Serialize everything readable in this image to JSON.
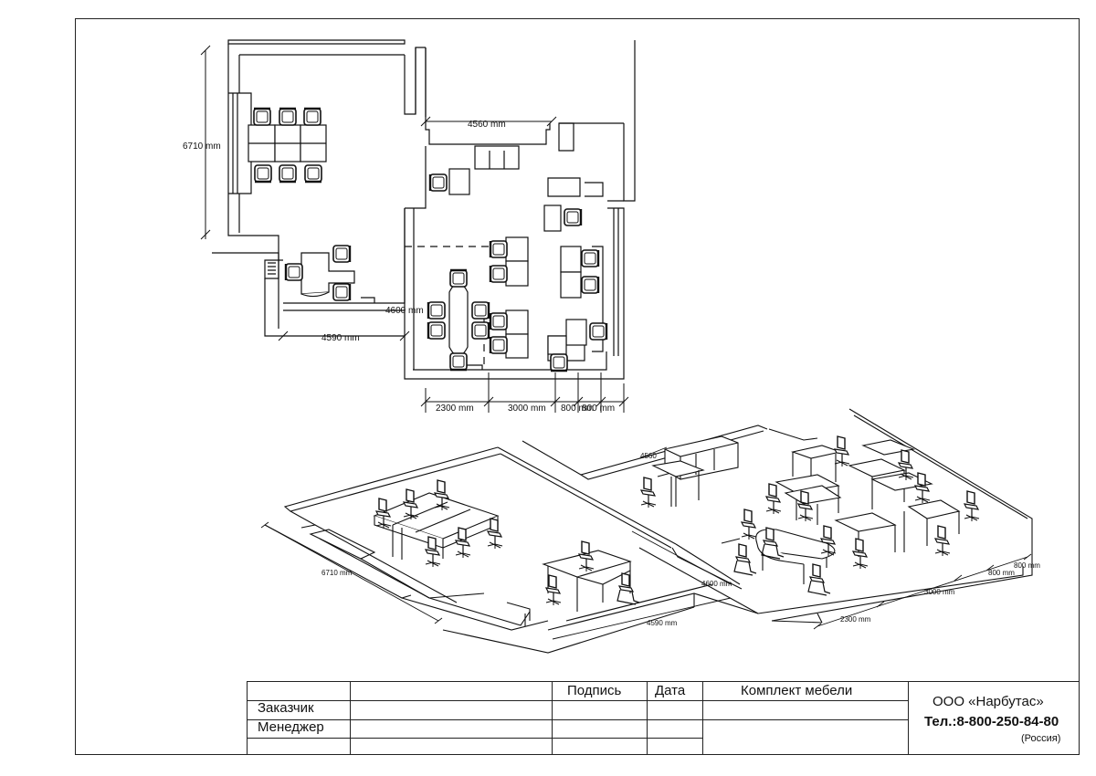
{
  "plan_dimensions": {
    "left_room_height": "6710 mm",
    "right_room_width": "4560 mm",
    "corridor_width": "4590 mm",
    "partition_height": "4600 mm",
    "bottom_segments": [
      "2300 mm",
      "3000 mm",
      "800 mm",
      "800 mm"
    ]
  },
  "iso_dimensions": {
    "left_room": "6710 mm",
    "corridor": "4590 mm",
    "partition": "4600 mm",
    "right_room_width": "4560",
    "seg_2300": "2300 mm",
    "seg_3000": "3000 mm",
    "seg_800a": "800 mm",
    "seg_800b": "800 mm"
  },
  "title_block": {
    "signature_header": "Подпись",
    "date_header": "Дата",
    "furniture_header": "Комплект мебели",
    "row_customer": "Заказчик",
    "row_manager": "Менеджер",
    "company_name": "ООО «Нарбутас»",
    "company_phone": "Тел.:8-800-250-84-80",
    "company_country": "(Россия)"
  },
  "colors": {
    "line": "#111111",
    "paper": "#ffffff"
  }
}
